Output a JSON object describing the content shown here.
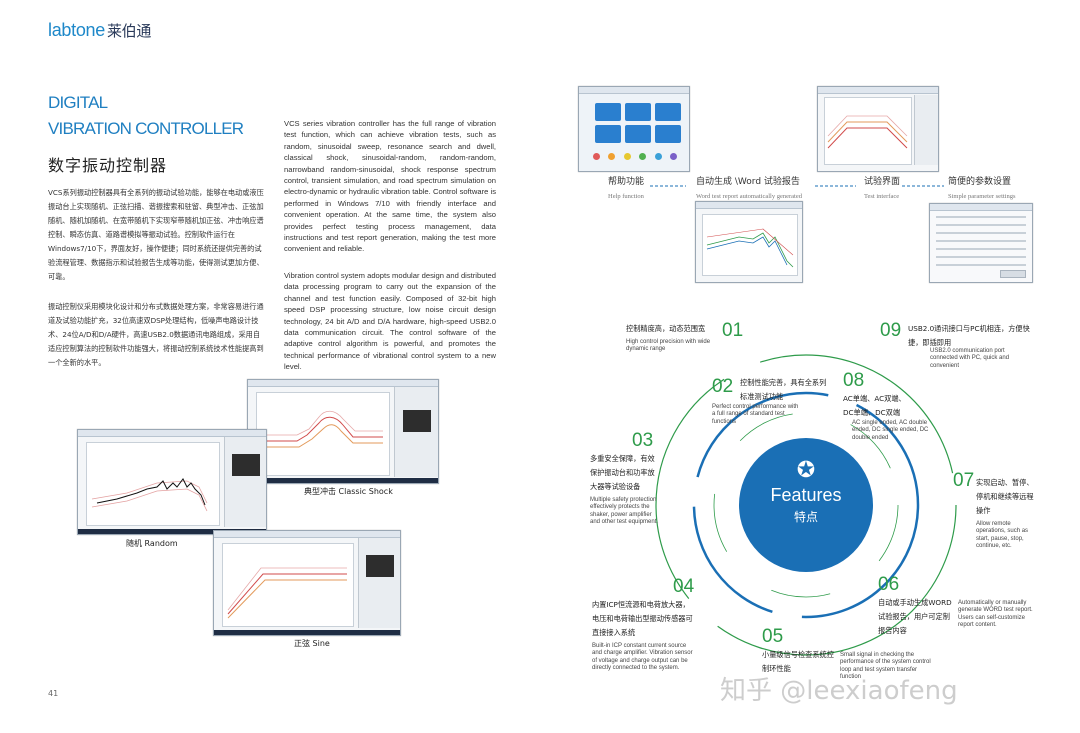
{
  "logo": {
    "en": "labtone",
    "cn": "莱伯通"
  },
  "title": {
    "line1": "DIGITAL",
    "line2": "VIBRATION CONTROLLER",
    "cn": "数字振动控制器"
  },
  "intro_cn_1": "VCS系列振动控制器具有全系列的振动试验功能，能够在电动或液压振动台上实现随机、正弦扫描、谐振搜索和驻留、典型冲击、正弦加随机、随机加随机、在宽带随机下实现窄带随机加正弦、冲击响应谱控制、瞬态仿真、道路谱模拟等振动试验。控制软件运行在Windows7/10下，界面友好，操作便捷；同时系统还提供完善的试验流程管理、数据指示和试验报告生成等功能，使得测试更加方便、可靠。",
  "intro_cn_2": "振动控制仪采用模块化设计和分布式数据处理方案，非常容易进行通道及试验功能扩充，32位高速双DSP处理结构，低噪声电路设计技术、24位A/D和D/A硬件，高速USB2.0数据通讯电路组成，采用自适应控制算法的控制软件功能强大，将振动控制系统技术性能提高到一个全新的水平。",
  "intro_en_1": "VCS series vibration controller has the full range of vibration test function, which can achieve vibration tests, such as random, sinusoidal sweep, resonance search and dwell, classical shock, sinusoidal-random, random-random, narrowband random-sinusoidal, shock response spectrum control, transient simulation, and road spectrum simulation on electro-dynamic or hydraulic vibration table. Control software is performed in Windows 7/10 with friendly interface and convenient operation. At the same time, the system also provides perfect testing process management, data instructions and test report generation, making the test more convenient and reliable.",
  "intro_en_2": "Vibration control system adopts modular design and distributed data processing program to carry out the expansion of the channel and test function easily. Composed of 32-bit high speed DSP processing structure, low noise circuit design technology, 24 bit A/D and D/A hardware, high-speed USB2.0 data communication circuit. The control software of the adaptive control algorithm is powerful, and promotes the technical performance of vibrational control system to a new level.",
  "screens": {
    "classic_shock": "典型冲击  Classic Shock",
    "random": "随机 Random",
    "sine": "正弦 Sine"
  },
  "page_number": "41",
  "top_features": [
    {
      "cn": "帮助功能",
      "en": "Help function"
    },
    {
      "cn": "自动生成 \\Word 试验报告",
      "en": "Word test report automatically generated"
    },
    {
      "cn": "试验界面",
      "en": "Test interface"
    },
    {
      "cn": "简便的参数设置",
      "en": "Simple parameter settings"
    }
  ],
  "features_center": {
    "en": "Features",
    "cn": "特点"
  },
  "features": [
    {
      "num": "01",
      "cn": "控制精度高，动态范围宽",
      "en": "High control precision with wide dynamic range"
    },
    {
      "num": "02",
      "cn": "控制性能完善，具有全系列标准测试功能",
      "en": "Perfect control performance with a full range of standard test functions"
    },
    {
      "num": "03",
      "cn": "多重安全保障，有效保护振动台和功率放大器等试验设备",
      "en": "Multiple safety protection effectively protects the shaker, power amplifier and other test equipment."
    },
    {
      "num": "04",
      "cn": "内置ICP恒流源和电荷放大器，电压和电荷输出型振动传感器可直接接入系统",
      "en": "Built-in ICP constant current source and charge amplifier. Vibration sensor of voltage and charge output can be directly connected to the system."
    },
    {
      "num": "05",
      "cn": "小量级信号检查系统控制环性能",
      "en": "Small signal in checking the performance of the system control loop and test system transfer function"
    },
    {
      "num": "06",
      "cn": "自动或手动生成WORD试验报告，用户可定制报告内容",
      "en": "Automatically or manually generate WORD test report. Users can self-customize report content."
    },
    {
      "num": "07",
      "cn": "实现启动、暂停、停机和继续等远程操作",
      "en": "Allow remote operations, such as start, pause, stop, continue, etc."
    },
    {
      "num": "08",
      "cn": "AC单端、AC双端、DC单端、DC双端",
      "en": "AC single ended, AC double ended, DC single ended, DC double ended"
    },
    {
      "num": "09",
      "cn": "USB2.0通讯接口与PC机相连，方便快捷，即插即用",
      "en": "USB2.0 communication port connected with PC, quick and convenient"
    }
  ],
  "watermark": "知乎 @leexiaofeng",
  "colors": {
    "brand_blue": "#1f7fc1",
    "circle_blue": "#1a6fb5",
    "green": "#2e9b4a"
  }
}
